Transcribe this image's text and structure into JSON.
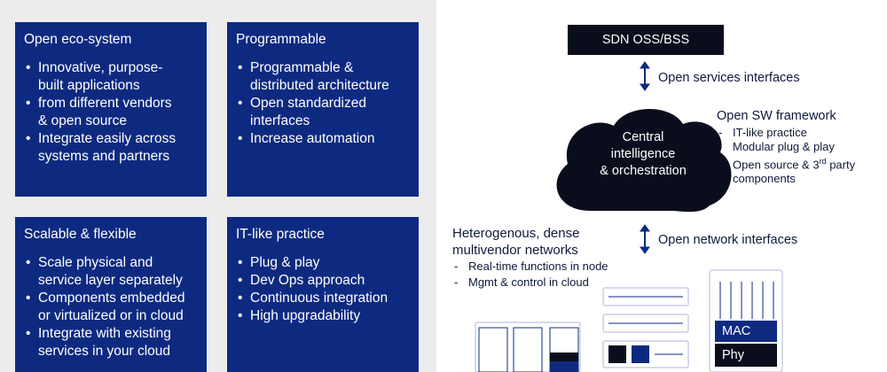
{
  "cards": [
    {
      "title": "Open eco-system",
      "items": [
        "Innovative, purpose-built applications",
        "from different vendors & open source",
        "Integrate easily across systems and partners"
      ],
      "lines": [
        [
          "Innovative, purpose-",
          "built applications"
        ],
        [
          "from different vendors",
          "& open source"
        ],
        [
          "Integrate easily across",
          "systems and partners"
        ]
      ]
    },
    {
      "title": "Programmable",
      "lines": [
        [
          "Programmable &",
          "distributed architecture"
        ],
        [
          "Open standardized",
          "interfaces"
        ],
        [
          "Increase automation"
        ]
      ]
    },
    {
      "title": "Scalable & flexible",
      "lines": [
        [
          "Scale physical and",
          "service layer separately"
        ],
        [
          "Components embedded",
          "or virtualized or in cloud"
        ],
        [
          "Integrate with existing",
          "services in your cloud"
        ]
      ]
    },
    {
      "title": "IT-like practice",
      "lines": [
        [
          "Plug & play"
        ],
        [
          "Dev Ops approach"
        ],
        [
          "Continuous integration"
        ],
        [
          "High upgradability"
        ]
      ]
    }
  ],
  "diagram": {
    "sdn_box": "SDN OSS/BSS",
    "open_services": "Open services interfaces",
    "framework_title": "Open SW framework",
    "framework_items": [
      "IT-like practice",
      "Modular plug & play",
      "Open source & 3rd party components"
    ],
    "framework_item3_a": "Open source & 3",
    "framework_item3_sup": "rd",
    "framework_item3_b": " party",
    "framework_item3_c": "components",
    "cloud_lines": [
      "Central",
      "intelligence",
      "& orchestration"
    ],
    "open_network": "Open network interfaces",
    "networks_title_1": "Heterogenous, dense",
    "networks_title_2": "multivendor networks",
    "networks_items": [
      "Real-time functions in node",
      "Mgmt & control in cloud"
    ],
    "mac_label": "MAC",
    "phy_label": "Phy"
  },
  "colors": {
    "card_bg": "#0e2a80",
    "left_bg": "#ececec",
    "cloud": "#0a0d1c",
    "text": "#0e1a3a",
    "arrow": "#0e2a80"
  }
}
